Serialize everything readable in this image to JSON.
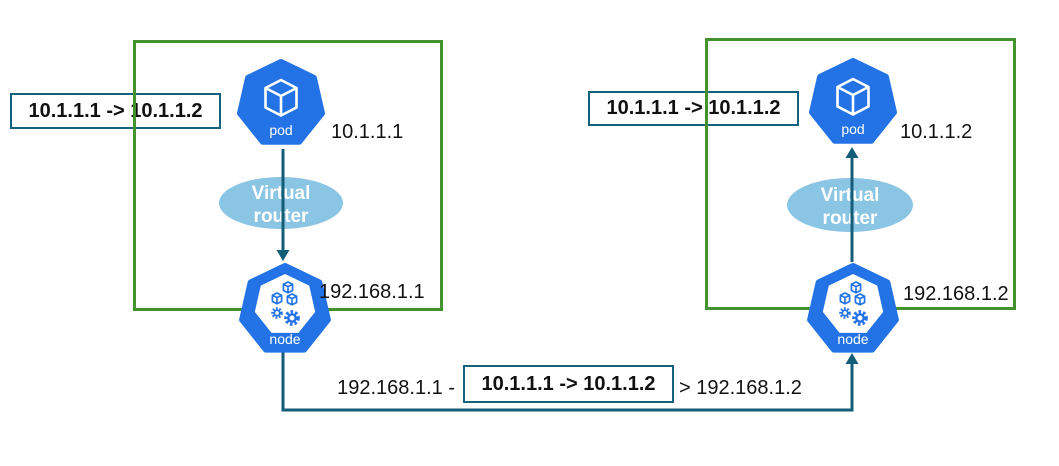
{
  "colors": {
    "kubernetes_blue": "#2473E6",
    "virtual_router_fill": "#8BC5E4",
    "flow_arrow_teal": "#145D78",
    "packet_box_border_teal": "#16607F",
    "node_boundary_green": "#43912F",
    "text_black": "#111111"
  },
  "left_node_group": {
    "packet_label": "10.1.1.1 -> 10.1.1.2",
    "pod": {
      "label": "pod",
      "ip": "10.1.1.1"
    },
    "virtual_router": {
      "line1": "Virtual",
      "line2": "router"
    },
    "node": {
      "label": "node",
      "ip": "192.168.1.1"
    }
  },
  "right_node_group": {
    "packet_label": "10.1.1.1 -> 10.1.1.2",
    "pod": {
      "label": "pod",
      "ip": "10.1.1.2"
    },
    "virtual_router": {
      "line1": "Virtual",
      "line2": "router"
    },
    "node": {
      "label": "node",
      "ip": "192.168.1.2"
    }
  },
  "encapsulated_packet": {
    "outer_prefix": "192.168.1.1 -",
    "inner_packet": "10.1.1.1 -> 10.1.1.2",
    "outer_suffix": "> 192.168.1.2"
  }
}
